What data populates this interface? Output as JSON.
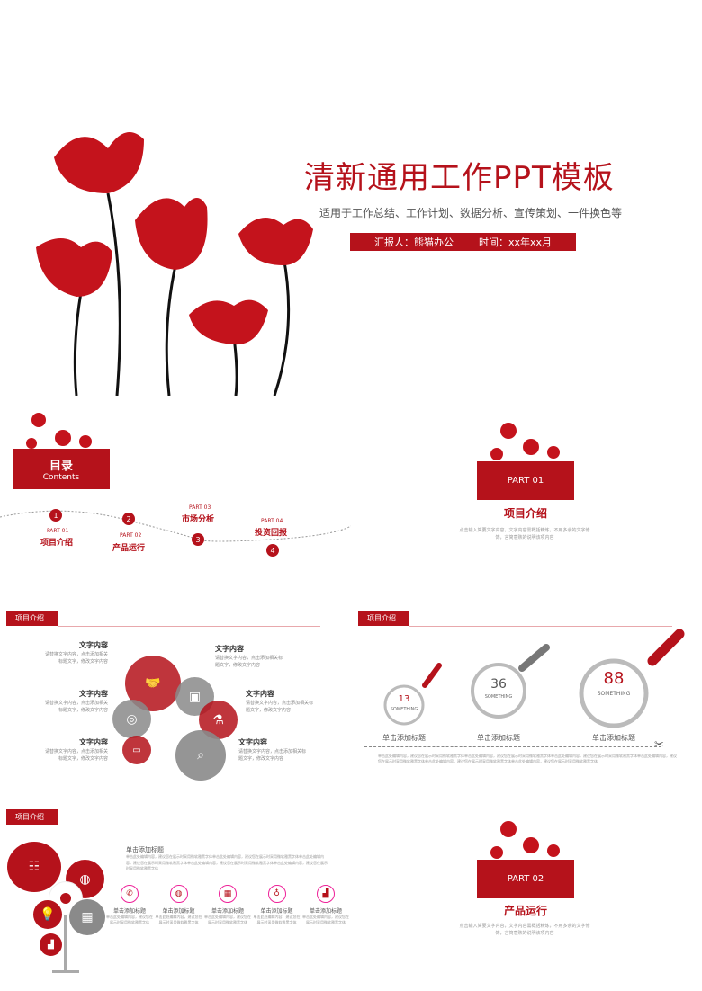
{
  "cover": {
    "title": "清新通用工作PPT模板",
    "subtitle": "适用于工作总结、工作计划、数据分析、宣传策划、一件换色等",
    "reporter": "汇报人：熊猫办公",
    "time": "时间：xx年xx月"
  },
  "toc": {
    "title": "目录",
    "subtitle": "Contents",
    "items": [
      {
        "num": "1",
        "part": "PART 01",
        "label": "项目介绍"
      },
      {
        "num": "2",
        "part": "PART 02",
        "label": "产品运行"
      },
      {
        "num": "3",
        "part": "PART 03",
        "label": "市场分析"
      },
      {
        "num": "4",
        "part": "PART 04",
        "label": "投资回报"
      }
    ]
  },
  "part1": {
    "part": "PART 01",
    "title": "项目介绍",
    "desc": "点击输入简要文字内容，文字内容需概括精炼，不用多余的文字修饰，言简意赅的说明该项内容"
  },
  "part2": {
    "part": "PART 02",
    "title": "产品运行",
    "desc": "点击输入简要文字内容，文字内容需概括精炼，不用多余的文字修饰，言简意赅的说明该项内容"
  },
  "tag": "项目介绍",
  "circles": {
    "title": "文字内容",
    "desc": "请替换文字内容，点击添加相关标题文字，修改文字内容"
  },
  "magnifier": {
    "items": [
      {
        "value": "13",
        "unit": "SOMETHING",
        "label": "单击添加标题"
      },
      {
        "value": "36",
        "unit": "SOMETHING",
        "label": "单击添加标题"
      },
      {
        "value": "88",
        "unit": "SOMETHING",
        "label": "单击添加标题"
      }
    ],
    "body": "单击此处编辑内容，建议您在展示时采用微软雅黑字体单击此处编辑内容，建议您在展示时采用微软雅黑字体单击此处编辑内容，建议您在展示时采用微软雅黑字体单击此处编辑内容，建议您在展示时采用微软雅黑字体单击此处编辑内容，建议您在展示时采用微软雅黑字体单击此处编辑内容，建议您在展示时采用微软雅黑字体"
  },
  "tree": {
    "title": "单击添加标题",
    "body": "单击此处编辑内容，建议您在展示时采用微软雅黑字体单击此处编辑内容，建议您在展示时采用微软雅黑字体单击此处编辑内容，建议您在展示时采用微软雅黑字体单击此处编辑内容，建议您在展示时采用微软雅黑字体单击此处编辑内容，建议您在展示时采用微软雅黑字体",
    "items": [
      {
        "icon": "phone-icon",
        "label": "单击添加标题"
      },
      {
        "icon": "globe-icon",
        "label": "单击添加标题"
      },
      {
        "icon": "calendar-icon",
        "label": "单击添加标题"
      },
      {
        "icon": "bulb-icon",
        "label": "单击添加标题"
      },
      {
        "icon": "chart-icon",
        "label": "单击添加标题"
      }
    ],
    "item_desc": "单击此处编辑内容，建议您在展示时采用微软雅黑字体"
  },
  "colors": {
    "accent": "#b5121b",
    "gray": "#8a8a8a"
  }
}
